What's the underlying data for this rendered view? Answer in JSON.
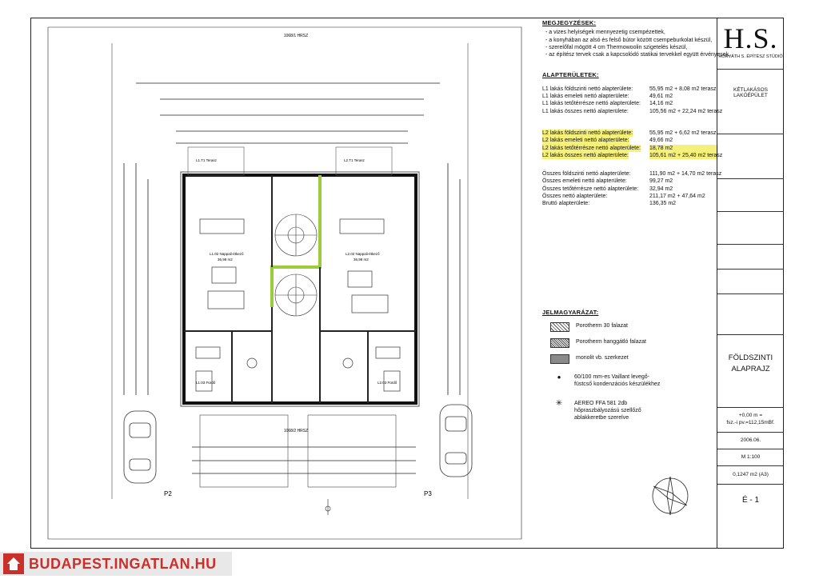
{
  "notes": {
    "heading": "MEGJEGYZÉSEK:",
    "items": [
      "- a vizes helyiségek mennyezetig csempézettek,",
      "- a konyhában az alsó és felső bútor között csempeburkolat készül,",
      "- szerelőfal mögött 4 cm Thermowoolin szigetelés készül,",
      "- az építész tervek csak a kapcsolódó statikai tervekkel együtt érvényesek."
    ]
  },
  "areas": {
    "heading": "ALAPTERÜLETEK:",
    "l1": [
      {
        "label": "L1 lakás földszinti nettó alapterülete:",
        "value": "55,95 m2 + 8,08 m2 terasz"
      },
      {
        "label": "L1 lakás emeleti nettó alapterülete:",
        "value": "49,61 m2"
      },
      {
        "label": "L1 lakás tetőtérrésze nettó alapterülete:",
        "value": "14,16 m2"
      },
      {
        "label": "L1 lakás összes nettó alapterülete:",
        "value": "105,56 m2 + 22,24 m2 terasz"
      }
    ],
    "l2": [
      {
        "label": "L2 lakás földszinti nettó alapterülete:",
        "value": "55,95 m2 + 6,62 m2 terasz"
      },
      {
        "label": "L2 lakás emeleti nettó alapterülete:",
        "value": "49,66 m2"
      },
      {
        "label": "L2 lakás tetőtérrésze nettó alapterülete:",
        "value": "18,78 m2"
      },
      {
        "label": "L2 lakás összes nettó alapterülete:",
        "value": "105,61 m2 + 25,40 m2 terasz"
      }
    ],
    "total": [
      {
        "label": "Összes földszinti nettó alapterülete:",
        "value": "111,90 m2 + 14,70 m2 terasz"
      },
      {
        "label": "Összes emeleti nettó alapterülete:",
        "value": "99,27 m2"
      },
      {
        "label": "Összes tetőtérrésze nettó alapterülete:",
        "value": "32,94 m2"
      },
      {
        "label": "Összes nettó alapterülete:",
        "value": "211,17 m2 + 47,64 m2"
      },
      {
        "label": "Bruttó alapterülete:",
        "value": "136,35 m2"
      }
    ]
  },
  "legend": {
    "heading": "JELMAGYARÁZAT:",
    "items": [
      {
        "label": "Porotherm 30 falazat"
      },
      {
        "label": "Porotherm hanggátló falazat"
      },
      {
        "label": "monolit vb. szerkezet"
      },
      {
        "label": "60/100 mm-es Vaillant levegő-füstcső kondenzációs készülékhez"
      },
      {
        "label": "AEREO FFA 581 2db hőpraszbályozású szellőző ablakkeretbe szerelve"
      }
    ]
  },
  "titleblock": {
    "logo": "H.S.",
    "studio": "HORVÁTH S. ÉPÍTÉSZ STÚDIÓ",
    "project": "KÉTLAKÁSOS LAKÓÉPÜLET",
    "drawing_title_1": "FÖLDSZINTI",
    "drawing_title_2": "ALAPRAJZ",
    "level_1": "+0,00 m =",
    "level_2": "fsz.-i pv.=112,15mBf.",
    "date": "2006.06.",
    "scale": "M 1:100",
    "sheet_area": "0,1247 m2 (A3)",
    "sheet_no": "É - 1"
  },
  "plan": {
    "top_dim": "1068/1 HRSZ",
    "bottom_dim": "1068/2 HRSZ",
    "parking_p2": "P2",
    "parking_p3": "P3",
    "room_living_1": "L1.02 Nappali-étkező",
    "room_living_2": "L2.02 Nappali-étkező",
    "room_area_living": "36,98 m2",
    "room_bath_1": "L1.03 Fürdő",
    "room_bath_2": "L2.03 Fürdő",
    "terrace_1": "L1.T1 Terasz",
    "terrace_2": "L2.T1 Terasz"
  },
  "watermark": "BUDAPEST.INGATLAN.HU"
}
